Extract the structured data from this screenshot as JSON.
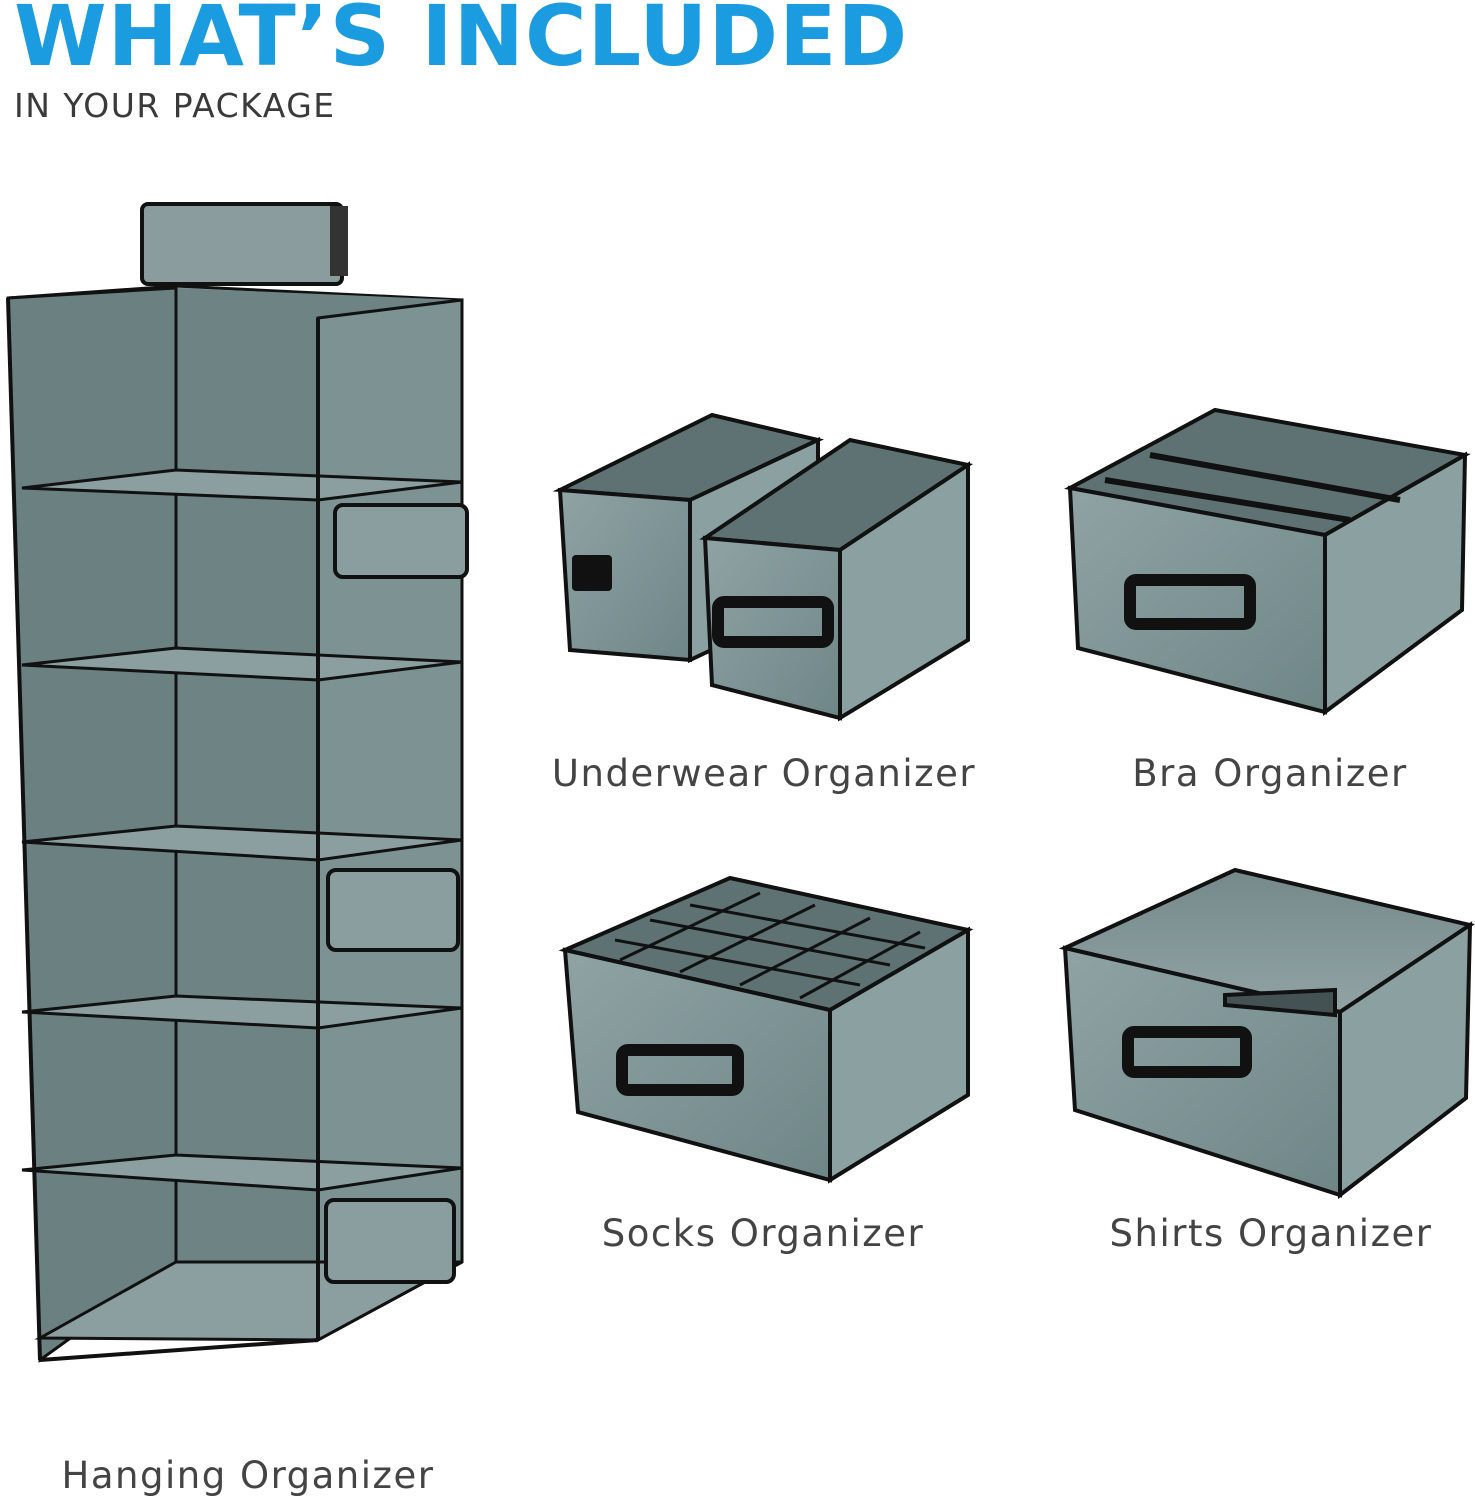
{
  "header": {
    "title": "WHAT’S INCLUDED",
    "subtitle": "IN YOUR PACKAGE"
  },
  "products": [
    {
      "label": "Hanging Organizer",
      "icon": "hanging-organizer-illustration"
    },
    {
      "label": "Underwear Organizer",
      "icon": "underwear-organizer-illustration"
    },
    {
      "label": "Bra Organizer",
      "icon": "bra-organizer-illustration"
    },
    {
      "label": "Socks Organizer",
      "icon": "socks-organizer-illustration"
    },
    {
      "label": "Shirts Organizer",
      "icon": "shirts-organizer-illustration"
    }
  ],
  "colors": {
    "accent": "#1b9be0",
    "fabric": "#7f9596",
    "trim": "#111111",
    "text": "#444444"
  }
}
